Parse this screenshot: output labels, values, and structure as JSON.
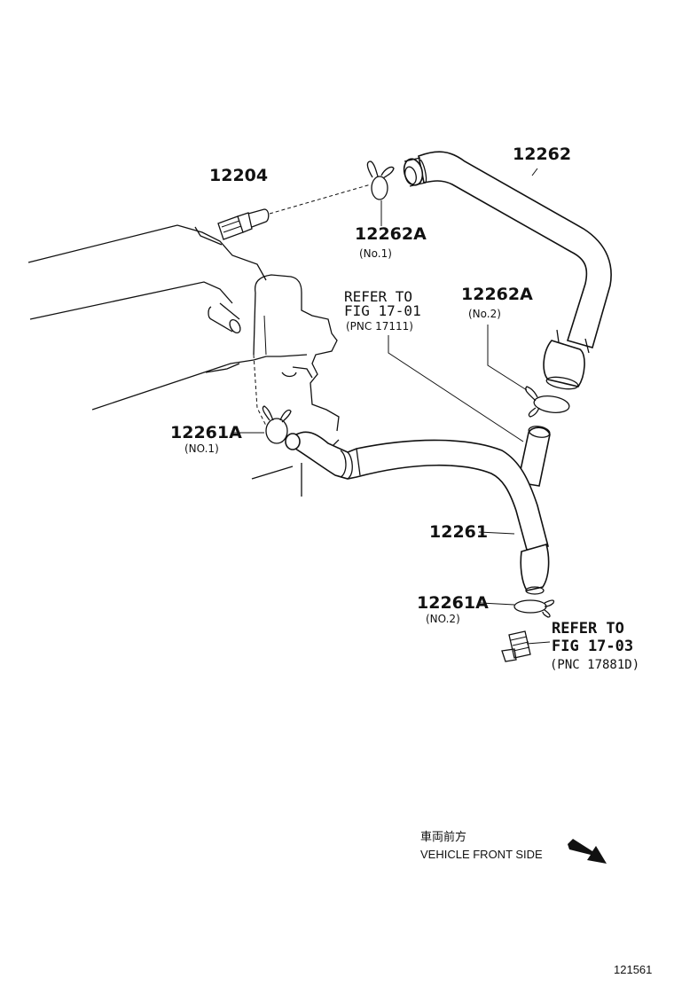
{
  "parts": {
    "p12204": "12204",
    "p12262": "12262",
    "p12262A_1": "12262A",
    "p12262A_1_note": "(No.1)",
    "p12262A_2": "12262A",
    "p12262A_2_note": "(No.2)",
    "p12261A_1": "12261A",
    "p12261A_1_note": "(NO.1)",
    "p12261": "12261",
    "p12261A_2": "12261A",
    "p12261A_2_note": "(NO.2)"
  },
  "refs": {
    "ref1": {
      "line1": "REFER TO",
      "line2": "FIG 17-01",
      "line3": "(PNC 17111)"
    },
    "ref2": {
      "line1": "REFER TO",
      "line2": "FIG 17-03",
      "line3": "(PNC 17881D)"
    }
  },
  "direction": {
    "japanese": "車両前方",
    "english": "VEHICLE FRONT SIDE",
    "icon": "arrow-icon"
  },
  "diagram_code": "121561"
}
